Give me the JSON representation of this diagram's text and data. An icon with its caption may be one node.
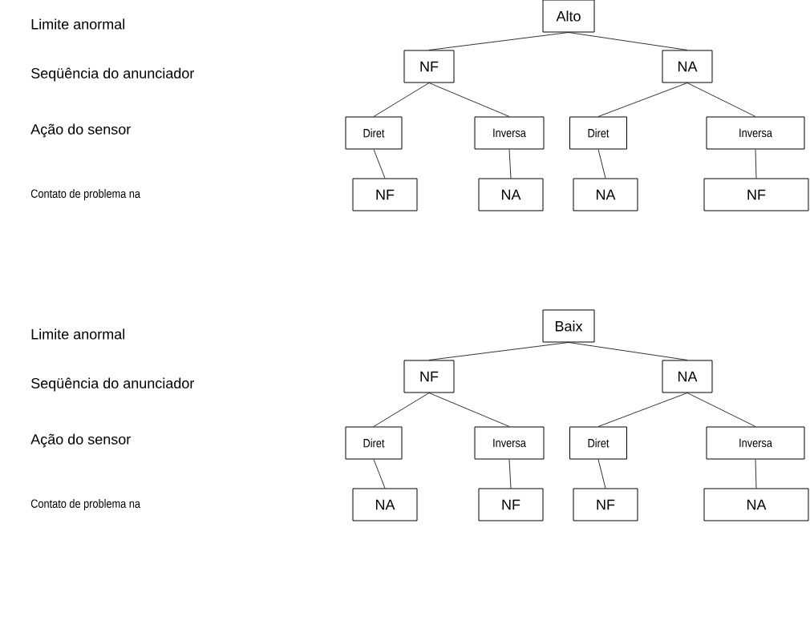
{
  "diagram": {
    "nodes": [
      {
        "text": [
          "Alto"
        ]
      },
      {
        "text": [
          "NF"
        ]
      },
      {
        "text": [
          "NA"
        ]
      },
      {
        "text": [
          "Diret"
        ]
      },
      {
        "text": [
          "Inversa"
        ]
      },
      {
        "text": [
          "Diret"
        ]
      },
      {
        "text": [
          "Inversa"
        ]
      },
      {
        "text": [
          "NF"
        ]
      },
      {
        "text": [
          "NA"
        ]
      },
      {
        "text": [
          "NA"
        ]
      },
      {
        "text": [
          "NF"
        ]
      },
      {
        "text": [
          "Baix"
        ]
      },
      {
        "text": [
          "NF"
        ]
      },
      {
        "text": [
          "NA"
        ]
      },
      {
        "text": [
          "Diret"
        ]
      },
      {
        "text": [
          "Inversa"
        ]
      },
      {
        "text": [
          "Diret"
        ]
      },
      {
        "text": [
          "Inversa"
        ]
      },
      {
        "text": [
          "NA"
        ]
      },
      {
        "text": [
          "NF"
        ]
      },
      {
        "text": [
          "NF"
        ]
      },
      {
        "text": [
          "NA"
        ]
      }
    ],
    "edges": [
      {
        "from": 0,
        "to": 1,
        "arrow": "none"
      },
      {
        "from": 0,
        "to": 2,
        "arrow": "none"
      },
      {
        "from": 1,
        "to": 3,
        "arrow": "none"
      },
      {
        "from": 1,
        "to": 4,
        "arrow": "none"
      },
      {
        "from": 2,
        "to": 5,
        "arrow": "none"
      },
      {
        "from": 2,
        "to": 6,
        "arrow": "none"
      },
      {
        "from": 3,
        "to": 7,
        "arrow": "none"
      },
      {
        "from": 4,
        "to": 8,
        "arrow": "none"
      },
      {
        "from": 5,
        "to": 9,
        "arrow": "none"
      },
      {
        "from": 6,
        "to": 10,
        "arrow": "none"
      },
      {
        "from": 11,
        "to": 12,
        "arrow": "none"
      },
      {
        "from": 11,
        "to": 13,
        "arrow": "none"
      },
      {
        "from": 12,
        "to": 14,
        "arrow": "none"
      },
      {
        "from": 12,
        "to": 15,
        "arrow": "none"
      },
      {
        "from": 13,
        "to": 16,
        "arrow": "none"
      },
      {
        "from": 13,
        "to": 17,
        "arrow": "none"
      },
      {
        "from": 14,
        "to": 18,
        "arrow": "none"
      },
      {
        "from": 15,
        "to": 19,
        "arrow": "none"
      },
      {
        "from": 16,
        "to": 20,
        "arrow": "none"
      },
      {
        "from": 17,
        "to": 21,
        "arrow": "none"
      }
    ],
    "labels": [
      "Limite anormal",
      "Seqüência do anunciador",
      "Ação do sensor",
      "Contato de problema na",
      "Limite anormal",
      "Seqüência do anunciador",
      "Ação do sensor",
      "Contato de problema na"
    ]
  }
}
